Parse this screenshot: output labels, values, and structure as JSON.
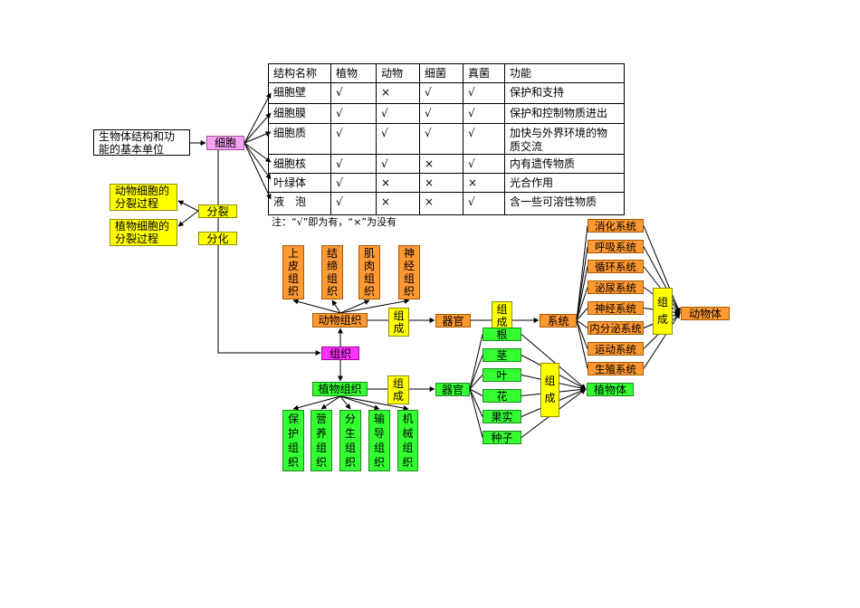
{
  "diagram": {
    "basic_unit": "生物体结构和功能的基本单位",
    "cell": "细胞",
    "division": "分裂",
    "differentiation": "分化",
    "animal_cell_division": "动物细胞的分裂过程",
    "plant_cell_division": "植物细胞的分裂过程",
    "tissue": "组织"
  },
  "table": {
    "headers": [
      "结构名称",
      "植物",
      "动物",
      "细菌",
      "真菌",
      "功能"
    ],
    "rows": [
      [
        "细胞壁",
        "√",
        "×",
        "√",
        "√",
        "保护和支持"
      ],
      [
        "细胞膜",
        "√",
        "√",
        "√",
        "√",
        "保护和控制物质进出"
      ],
      [
        "细胞质",
        "√",
        "√",
        "√",
        "√",
        "加快与外界环境的物质交流"
      ],
      [
        "细胞核",
        "√",
        "√",
        "×",
        "√",
        "内有遗传物质"
      ],
      [
        "叶绿体",
        "√",
        "×",
        "×",
        "×",
        "光合作用"
      ],
      [
        "液　泡",
        "√",
        "×",
        "×",
        "√",
        "含一些可溶性物质"
      ]
    ],
    "note": "注：“√”即为有，“×”为没有"
  },
  "animal": {
    "tissue": "动物组织",
    "tissues": [
      "上皮组织",
      "结缔组织",
      "肌肉组织",
      "神经组织"
    ],
    "compose_to_organ": "组成",
    "organ": "器官",
    "compose_to_system": "组成",
    "system": "系统",
    "systems": [
      "消化系统",
      "呼吸系统",
      "循环系统",
      "泌尿系统",
      "神经系统",
      "内分泌系统",
      "运动系统",
      "生殖系统"
    ],
    "compose_to_body": "组成",
    "body": "动物体"
  },
  "plant": {
    "tissue": "植物组织",
    "tissues": [
      "保护组织",
      "营养组织",
      "分生组织",
      "输导组织",
      "机械组织"
    ],
    "compose_to_organ": "组成",
    "organ": "器官",
    "organs": [
      "根",
      "茎",
      "叶",
      "花",
      "果实",
      "种子"
    ],
    "compose_to_body": "组成",
    "body": "植物体"
  },
  "colors": {
    "orange": "#FF9933",
    "green": "#33FF33",
    "yellow": "#FFFF00",
    "pink": "#F7A1F2",
    "magenta": "#FF33FF"
  }
}
